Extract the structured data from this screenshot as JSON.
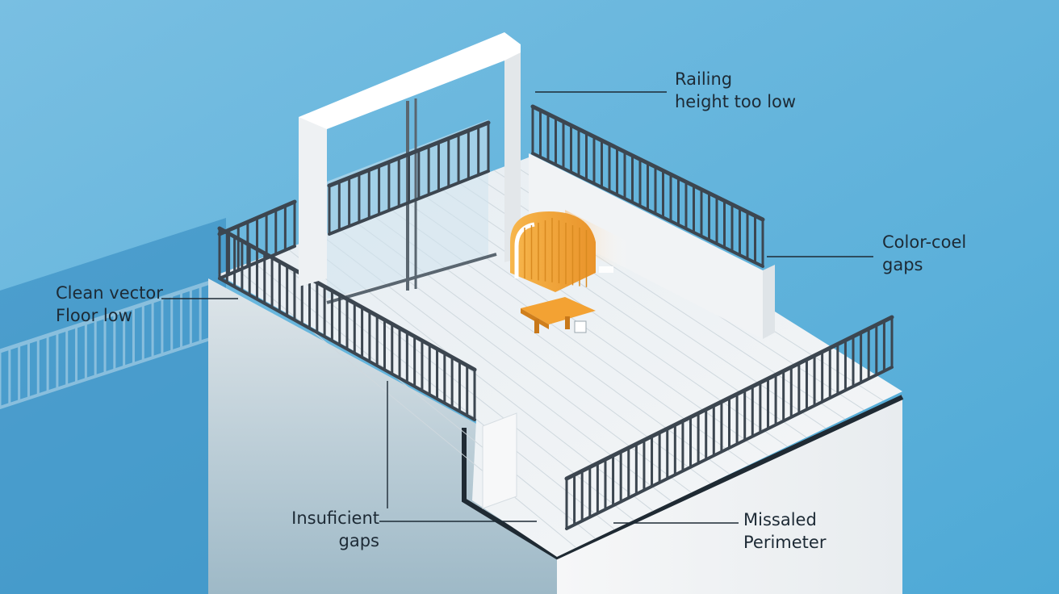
{
  "colors": {
    "sky_top": "#6fb7dc",
    "sky_bottom": "#4aa8d4",
    "railing": "#3c4650",
    "wall": "#f4f5f6",
    "floor": "#eef0f2",
    "accent_orange": "#f3a233",
    "leader_line": "#1d2a35"
  },
  "annotations": [
    {
      "id": "railing-height",
      "lines": [
        "Railing",
        "height too low"
      ]
    },
    {
      "id": "color-coel",
      "lines": [
        "Color-coel",
        "gaps"
      ]
    },
    {
      "id": "clean-vector",
      "lines": [
        "Clean vector",
        "Floor low"
      ]
    },
    {
      "id": "insufficient-gaps",
      "lines": [
        "Insuficient",
        "gaps"
      ]
    },
    {
      "id": "missaled-perimeter",
      "lines": [
        "Missaled",
        "Perimeter"
      ]
    }
  ]
}
